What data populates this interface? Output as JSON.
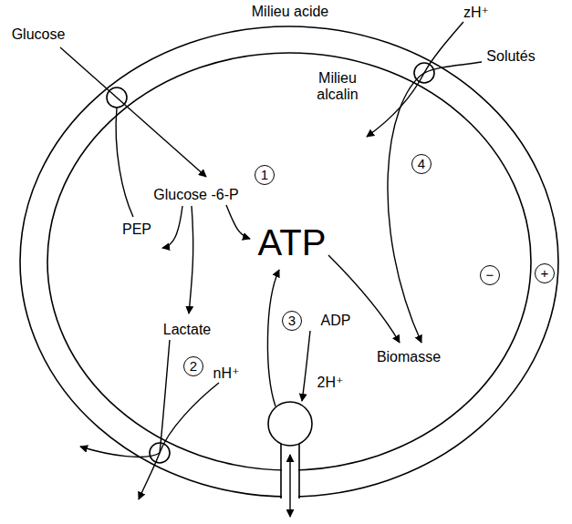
{
  "diagram": {
    "nodes": [
      {
        "text": [
          "1"
        ]
      },
      {
        "text": [
          "2"
        ]
      },
      {
        "text": [
          "3"
        ]
      },
      {
        "text": [
          "4"
        ]
      },
      {
        "text": [
          "−"
        ]
      },
      {
        "text": [
          "+"
        ]
      }
    ],
    "labels": [
      "Milieu acide",
      "zH⁺",
      "Glucose",
      "Solutés",
      "Milieu alcalin",
      "Glucose -6-P",
      "PEP",
      "ATP",
      "Lactate",
      "ADP",
      "nH⁺",
      "2H⁺",
      "Biomasse"
    ]
  }
}
